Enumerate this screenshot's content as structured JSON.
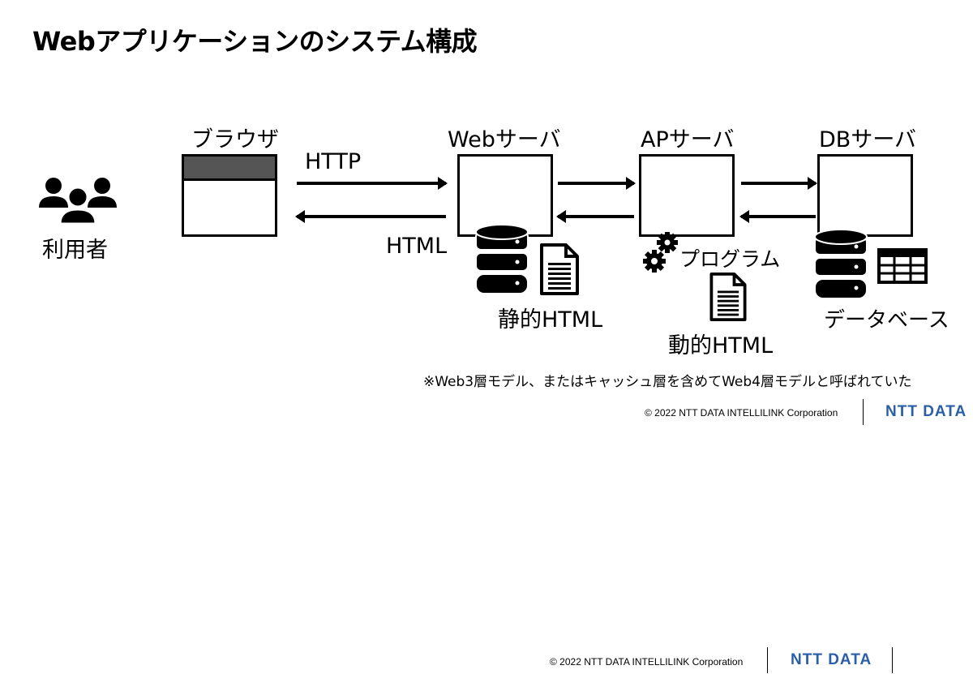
{
  "title": "Webアプリケーションのシステム構成",
  "user": {
    "label": "利用者",
    "icon": "users-icon"
  },
  "browser": {
    "label": "ブラウザ"
  },
  "web_server": {
    "label": "Webサーバ",
    "static_label": "静的HTML"
  },
  "ap_server": {
    "label": "APサーバ",
    "program_label": "プログラム",
    "dynamic_label": "動的HTML"
  },
  "db_server": {
    "label": "DBサーバ",
    "database_label": "データベース"
  },
  "protocol": {
    "request": "HTTP",
    "response": "HTML"
  },
  "note": "※Web3層モデル、またはキャッシュ層を含めてWeb4層モデルと呼ばれていた",
  "footer": {
    "copyright": "© 2022 NTT DATA INTELLILINK Corporation",
    "brand": "NTT DATA"
  },
  "colors": {
    "browser_titlebar": "#555555",
    "brand": "#2b5ea8"
  }
}
